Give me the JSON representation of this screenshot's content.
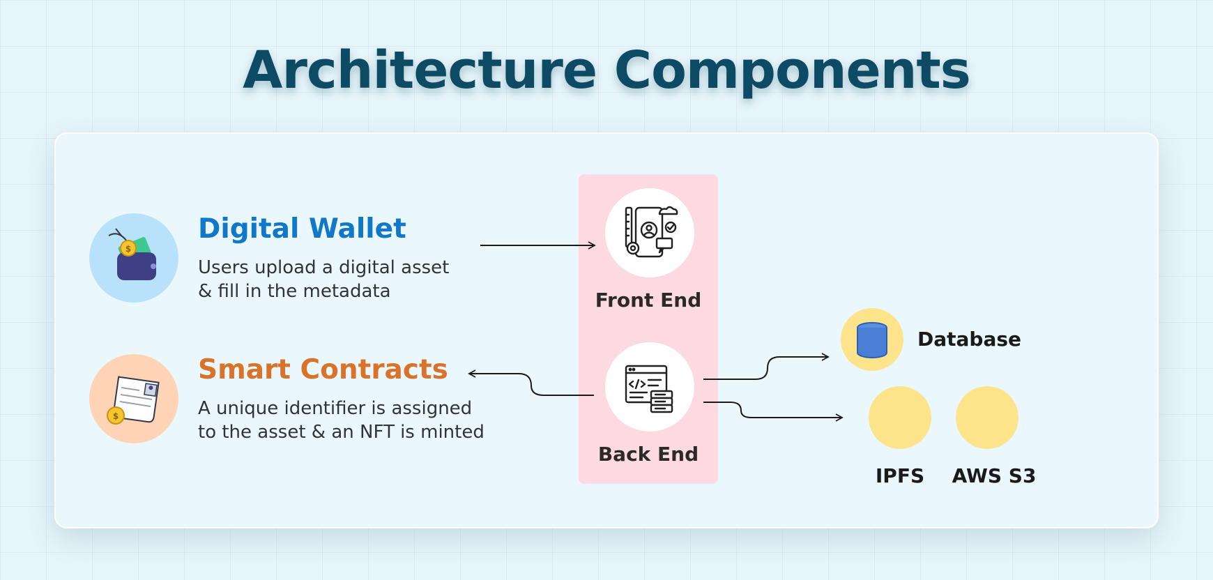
{
  "title": "Architecture Components",
  "digital_wallet": {
    "heading": "Digital Wallet",
    "desc_line1": "Users upload a digital asset",
    "desc_line2": "& fill in the metadata",
    "icon": "wallet-icon",
    "circle_color": "#b8e2fb"
  },
  "smart_contracts": {
    "heading": "Smart Contracts",
    "desc_line1": "A unique identifier is assigned",
    "desc_line2": "to the asset & an NFT is minted",
    "icon": "contract-scroll-icon",
    "circle_color": "#ffd3b6"
  },
  "front_end": {
    "label": "Front End",
    "icon": "app-development-icon"
  },
  "back_end": {
    "label": "Back End",
    "icon": "code-server-icon"
  },
  "database": {
    "label": "Database",
    "icon": "database-icon"
  },
  "ipfs": {
    "label": "IPFS"
  },
  "aws_s3": {
    "label": "AWS S3"
  },
  "colors": {
    "title": "#0d4a63",
    "digital_wallet_heading": "#1177c9",
    "smart_contracts_heading": "#d9732a",
    "pink_column": "#fdd9e1",
    "storage_circle": "#fde38a"
  }
}
